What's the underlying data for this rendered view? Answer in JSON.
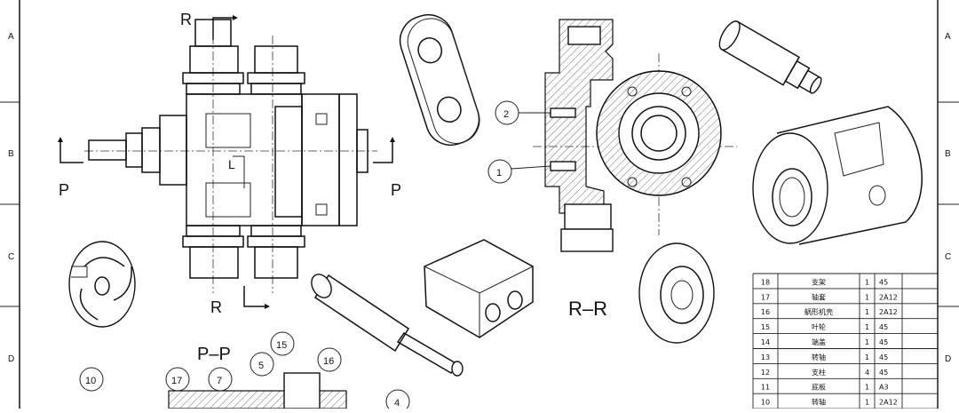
{
  "frame": {
    "zone_letters": [
      "A",
      "B",
      "C",
      "D"
    ]
  },
  "views": {
    "section_r_label_top": "R",
    "section_r_label_bottom": "R",
    "section_p_label_left": "P",
    "section_p_label_right": "P",
    "view_rr_title": "R–R",
    "view_pp_title": "P–P",
    "dim_l": "L"
  },
  "balloons": [
    "2",
    "1",
    "10",
    "17",
    "7",
    "5",
    "15",
    "16",
    "4"
  ],
  "bom": {
    "rows": [
      {
        "no": "18",
        "name": "支架",
        "qty": "1",
        "material": "45"
      },
      {
        "no": "17",
        "name": "轴套",
        "qty": "1",
        "material": "2A12"
      },
      {
        "no": "16",
        "name": "蜗形机壳",
        "qty": "1",
        "material": "2A12"
      },
      {
        "no": "15",
        "name": "叶轮",
        "qty": "1",
        "material": "45"
      },
      {
        "no": "14",
        "name": "端盖",
        "qty": "1",
        "material": "45"
      },
      {
        "no": "13",
        "name": "转轴",
        "qty": "1",
        "material": "45"
      },
      {
        "no": "12",
        "name": "支柱",
        "qty": "4",
        "material": "45"
      },
      {
        "no": "11",
        "name": "底板",
        "qty": "1",
        "material": "A3"
      },
      {
        "no": "10",
        "name": "转轴",
        "qty": "1",
        "material": "2A12"
      }
    ]
  },
  "colors": {
    "line": "#111111",
    "paper": "#ffffff"
  }
}
